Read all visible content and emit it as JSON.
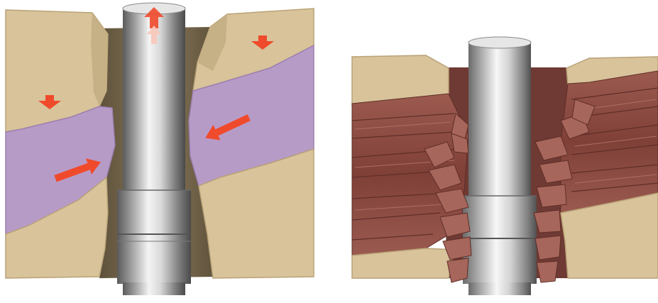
{
  "panels": [
    {
      "id": "left",
      "scene": "swelling-formation-squeezing-drillpipe"
    },
    {
      "id": "right",
      "scene": "shale-fracturing-around-drillpipe"
    }
  ],
  "colors": {
    "background": "#ffffff",
    "sandstone": "#d8c39a",
    "sandstone_dark": "#b9a277",
    "cavity": "#6f6047",
    "swelling_clay": "#b79bc7",
    "swelling_clay_dark": "#9c7fb0",
    "arrow": "#f04a2c",
    "shale": "#8e4f45",
    "shale_light": "#b06d63",
    "shale_dark": "#5f2e28",
    "fragment": "#a7665b",
    "pipe_light": "#f2f2f2",
    "pipe_mid": "#a9a9a9",
    "pipe_dark": "#4d4d4d"
  },
  "icons": [
    "down-arrow-icon",
    "right-arrow-icon",
    "left-arrow-icon",
    "up-arrow-icon"
  ]
}
